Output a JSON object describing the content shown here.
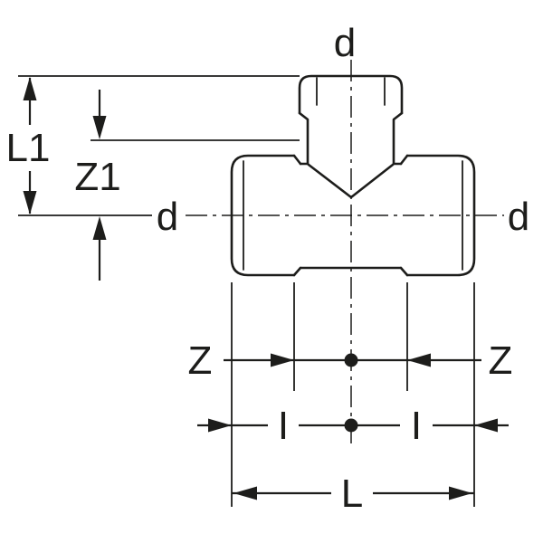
{
  "diagram": {
    "background_color": "#ffffff",
    "line_color": "#1d1d1b",
    "labels": {
      "d_top": "d",
      "d_left": "d",
      "d_right": "d",
      "L1": "L1",
      "Z1": "Z1",
      "Z_left": "Z",
      "Z_right": "Z",
      "I_left": "I",
      "I_right": "I",
      "L": "L"
    }
  }
}
